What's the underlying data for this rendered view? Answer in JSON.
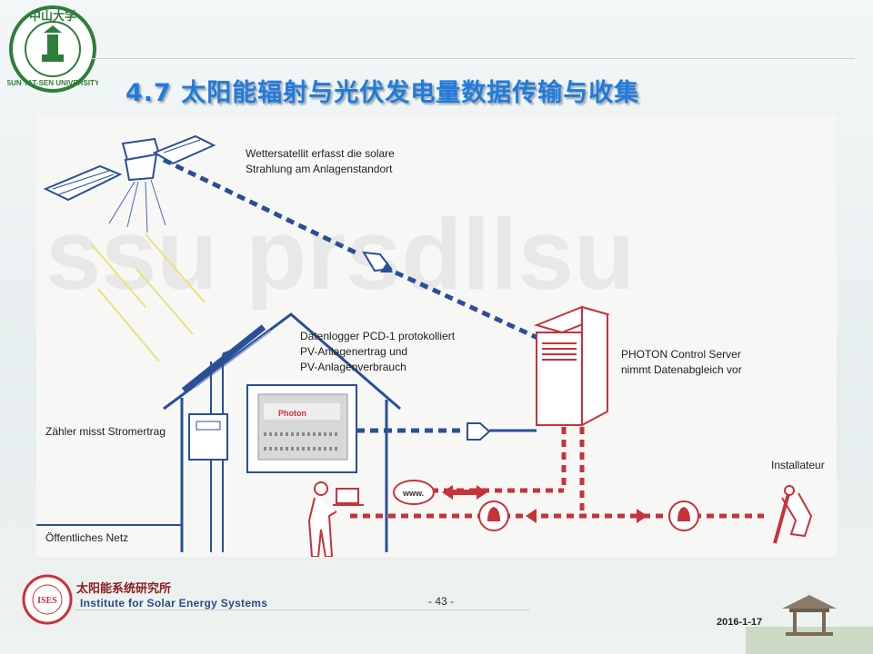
{
  "header": {
    "title": "4.7 太阳能辐射与光伏发电量数据传输与收集",
    "logo_text": "SUN YAT-SEN UNIVERSITY"
  },
  "diagram": {
    "labels": {
      "satellite": [
        "Wettersatellit erfasst die solare",
        "Strahlung am Anlagenstandort"
      ],
      "datalogger": [
        "Datenlogger PCD-1 protokolliert",
        "PV-Anlagenertrag und",
        "PV-Anlagenverbrauch"
      ],
      "server": [
        "PHOTON Control Server",
        "nimmt Datenabgleich vor"
      ],
      "meter": "Zähler misst Stromertrag",
      "grid": "Öffentliches Netz",
      "installer": "Installateur",
      "www": "www.",
      "device_brand": "Photon"
    },
    "colors": {
      "blue_dash": "#2a4f95",
      "red_dash": "#c8323a",
      "sun_ray": "#e8e27a"
    }
  },
  "footer": {
    "institute_cn": "太阳能系统研究所",
    "institute_en": "Institute for Solar Energy Systems",
    "ises_logo_text": "ISES",
    "page": "- 43 -",
    "date": "2016-1-17"
  }
}
